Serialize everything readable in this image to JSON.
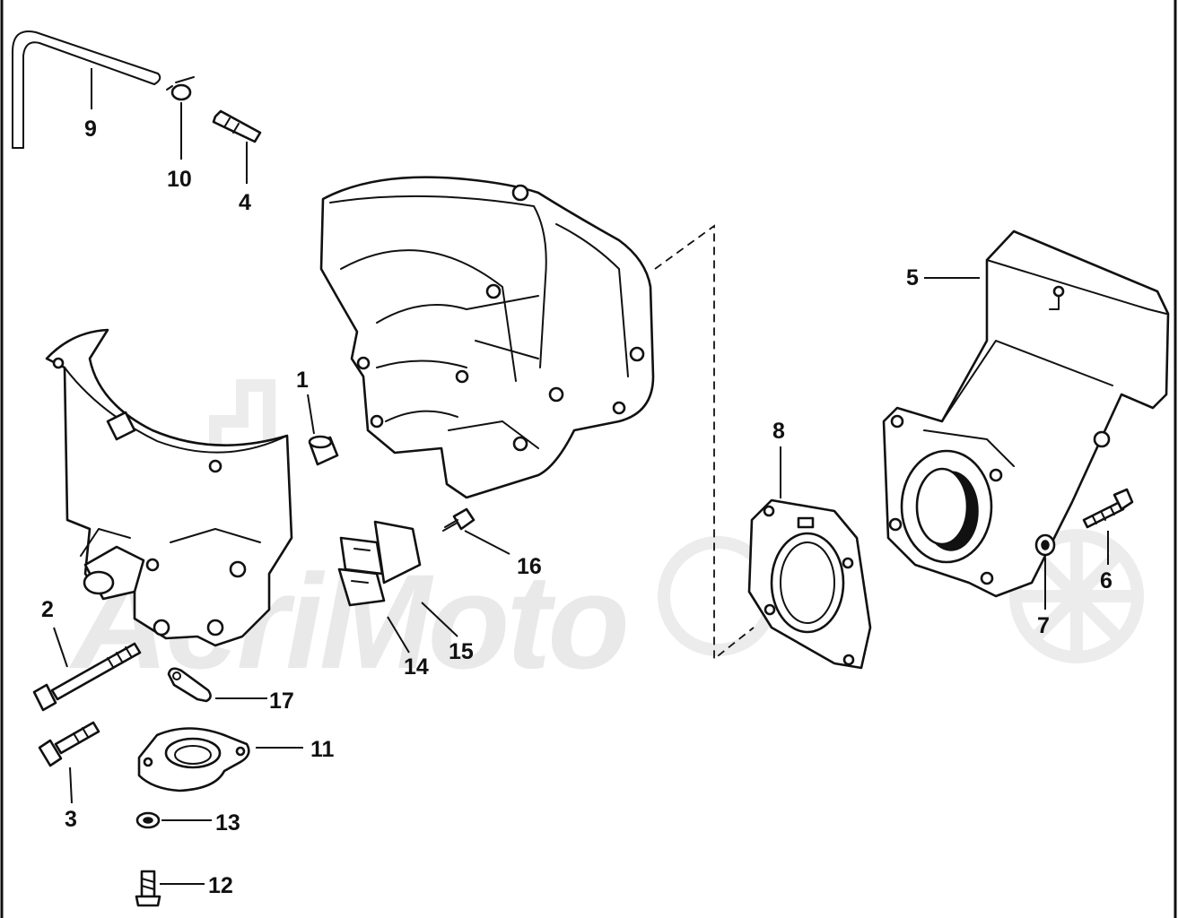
{
  "watermark": "AeriMoto",
  "colors": {
    "ink": "#111111",
    "paper": "#ffffff",
    "watermark": "#e9e9e9"
  },
  "callouts": [
    {
      "id": "1",
      "label": "1"
    },
    {
      "id": "2",
      "label": "2"
    },
    {
      "id": "3",
      "label": "3"
    },
    {
      "id": "4",
      "label": "4"
    },
    {
      "id": "5",
      "label": "5"
    },
    {
      "id": "6",
      "label": "6"
    },
    {
      "id": "7",
      "label": "7"
    },
    {
      "id": "8",
      "label": "8"
    },
    {
      "id": "9",
      "label": "9"
    },
    {
      "id": "10",
      "label": "10"
    },
    {
      "id": "11",
      "label": "11"
    },
    {
      "id": "12",
      "label": "12"
    },
    {
      "id": "13",
      "label": "13"
    },
    {
      "id": "14",
      "label": "14"
    },
    {
      "id": "15",
      "label": "15"
    },
    {
      "id": "16",
      "label": "16"
    },
    {
      "id": "17",
      "label": "17"
    }
  ]
}
